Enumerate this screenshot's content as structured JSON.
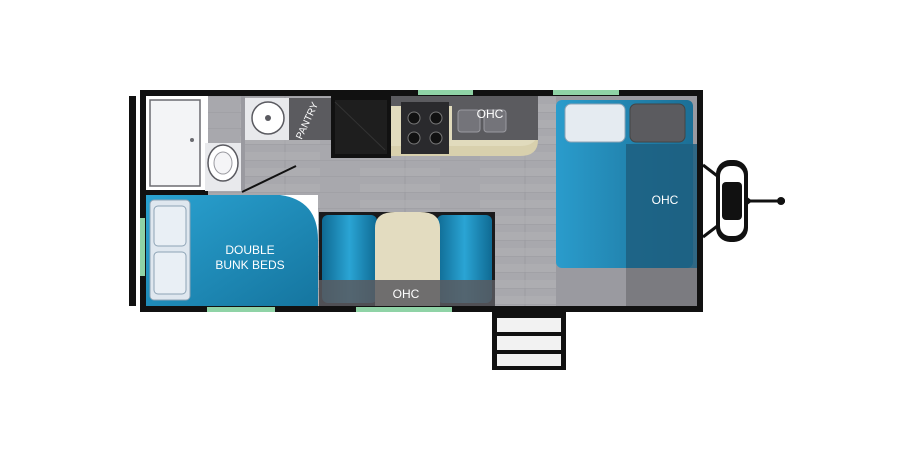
{
  "floorplan": {
    "labels": {
      "pantry": "PANTRY",
      "ohc_kitchen": "OHC",
      "bunk_line1": "DOUBLE",
      "bunk_line2": "BUNK BEDS",
      "ohc_dinette": "OHC",
      "ohc_bedroom": "OHC"
    },
    "colors": {
      "wall": "#111111",
      "floor": "#a9a9ae",
      "bunk": "#1f90bf",
      "bed": "#1d7fa8",
      "cabinet": "#5b5b5f",
      "counter": "#d8d0ad",
      "dinette_table": "#e3dcc0",
      "window": "#8fd3a6",
      "fixture": "#eef0f3"
    },
    "icons": [
      "sink-icon",
      "toilet-icon",
      "stove-icon",
      "fridge-icon",
      "hitch-icon",
      "steps-icon"
    ]
  }
}
